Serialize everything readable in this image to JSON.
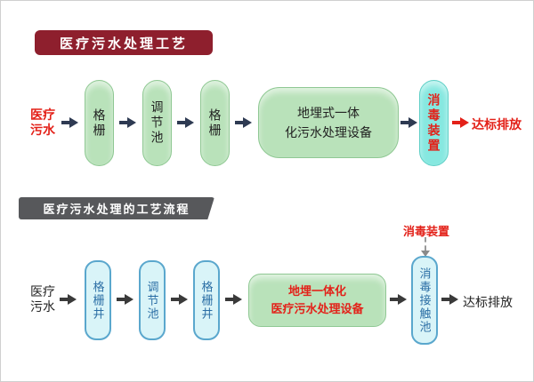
{
  "colors": {
    "banner1_bg": "#8e1f2d",
    "banner2_bg": "#57585b",
    "green_fill": "#b9e2ba",
    "cyan_fill": "#86e8e0",
    "blue_fill": "#d9f4f8",
    "blue_text": "#2b6ea5",
    "red": "#e32119",
    "arrow_dark": "#2e3a52",
    "arrow_black": "#3a3a3a"
  },
  "diagram1": {
    "title": "医疗污水处理工艺",
    "source": "医疗污水",
    "node_grid1": "格栅",
    "node_regulating": "调节池",
    "node_grid2": "格栅",
    "equipment_line1": "地埋式一体",
    "equipment_line2": "化污水处理设备",
    "node_disinfection": "消毒装置",
    "output": "达标排放"
  },
  "diagram2": {
    "title": "医疗污水处理的工艺流程",
    "annotation_disinfection": "消毒装置",
    "source": "医疗污水",
    "node_grid_well1": "格栅井",
    "node_regulating": "调节池",
    "node_grid_well2": "格栅井",
    "equipment_line1": "地埋一体化",
    "equipment_line2": "医疗污水处理设备",
    "node_contact": "消毒接触池",
    "output": "达标排放"
  }
}
